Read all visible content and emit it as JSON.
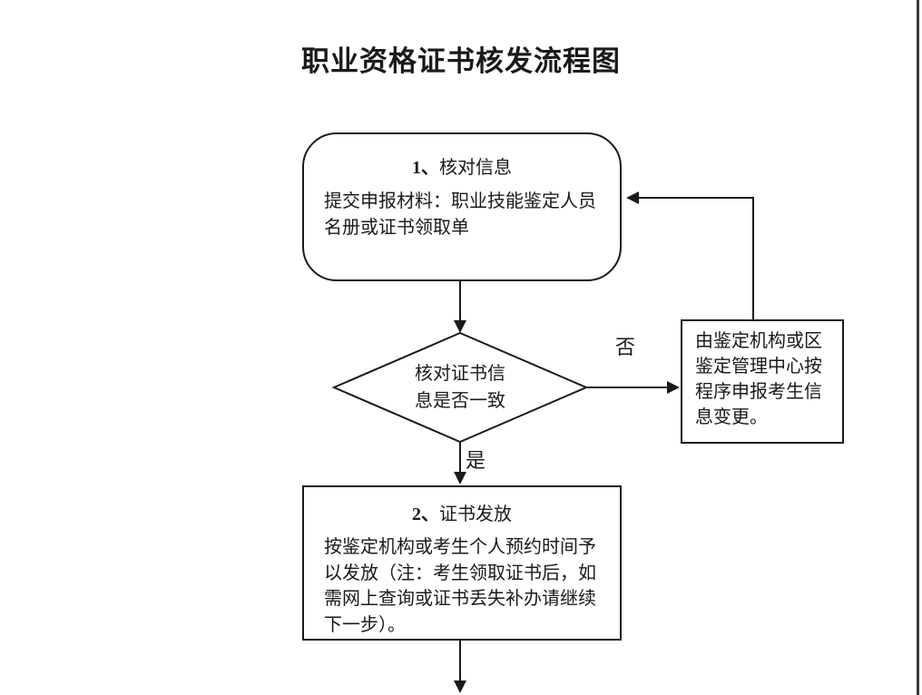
{
  "title": "职业资格证书核发流程图",
  "nodes": {
    "step1": {
      "number": "1、",
      "heading": "核对信息",
      "lines": [
        "提交申报材料：职业技能鉴定人员",
        "名册或证书领取单"
      ]
    },
    "decision": {
      "line1": "核对证书信",
      "line2": "息是否一致"
    },
    "change": {
      "lines": [
        "由鉴定机构或区",
        "鉴定管理中心按",
        "程序申报考生信",
        "息变更。"
      ]
    },
    "step2": {
      "number": "2、",
      "heading": "证书发放",
      "lines": [
        "按鉴定机构或考生个人预约时间予",
        "以发放（注：考生领取证书后，如",
        "需网上查询或证书丢失补办请继续",
        "下一步）。"
      ]
    }
  },
  "labels": {
    "no": "否",
    "yes": "是"
  },
  "colors": {
    "background": "#ffffff",
    "line": "#1a1a1a",
    "edge_line": "#3a3a3a"
  }
}
